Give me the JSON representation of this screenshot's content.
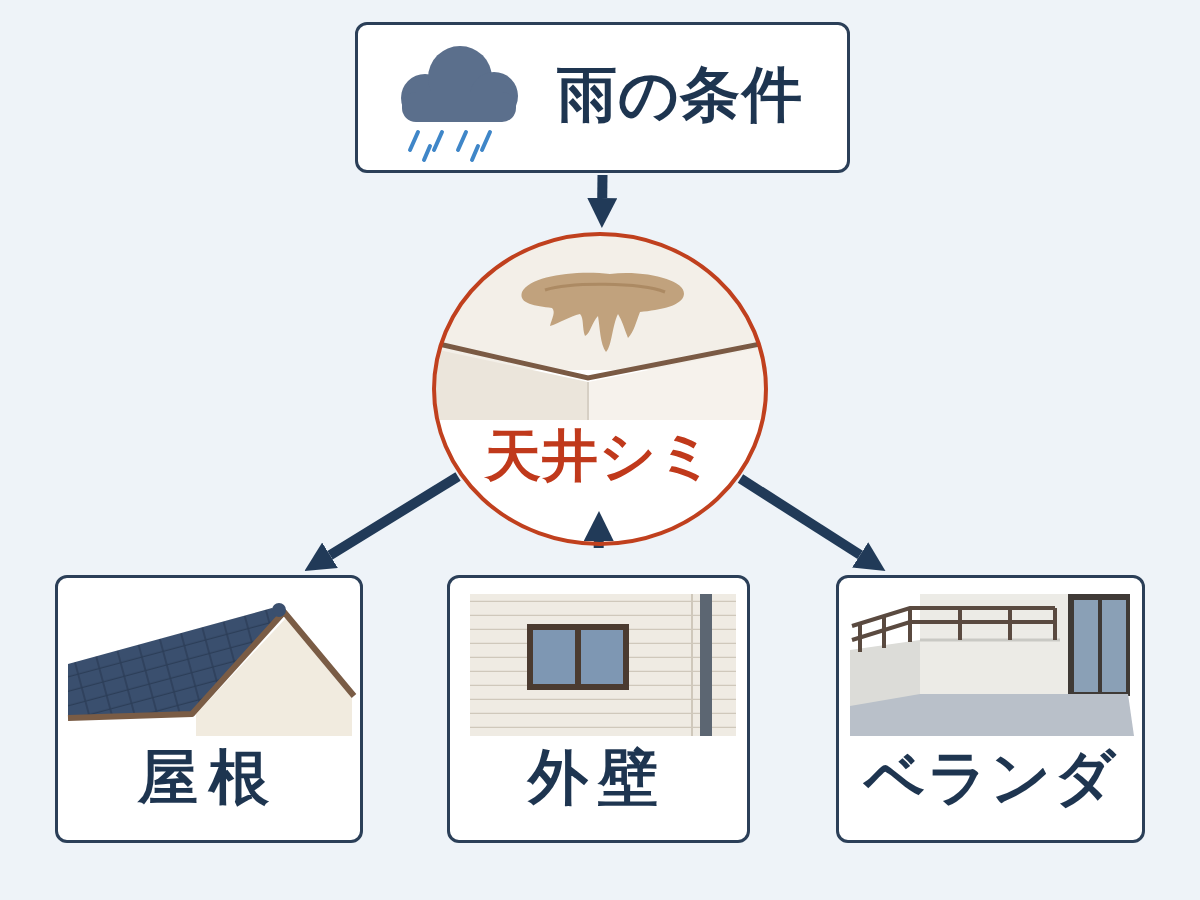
{
  "diagram": {
    "nodes": [
      {
        "text": [
          "雨の条件"
        ]
      },
      {
        "text": [
          "天井シミ"
        ]
      },
      {
        "text": [
          "屋根"
        ]
      },
      {
        "text": [
          "外壁"
        ]
      },
      {
        "text": [
          "ベランダ"
        ]
      }
    ],
    "edges": [
      {
        "from": 0,
        "to": 1,
        "arrow": "to"
      },
      {
        "from": 1,
        "to": 2,
        "arrow": "to"
      },
      {
        "from": 1,
        "to": 3,
        "arrow": "to"
      },
      {
        "from": 1,
        "to": 4,
        "arrow": "to"
      }
    ]
  }
}
